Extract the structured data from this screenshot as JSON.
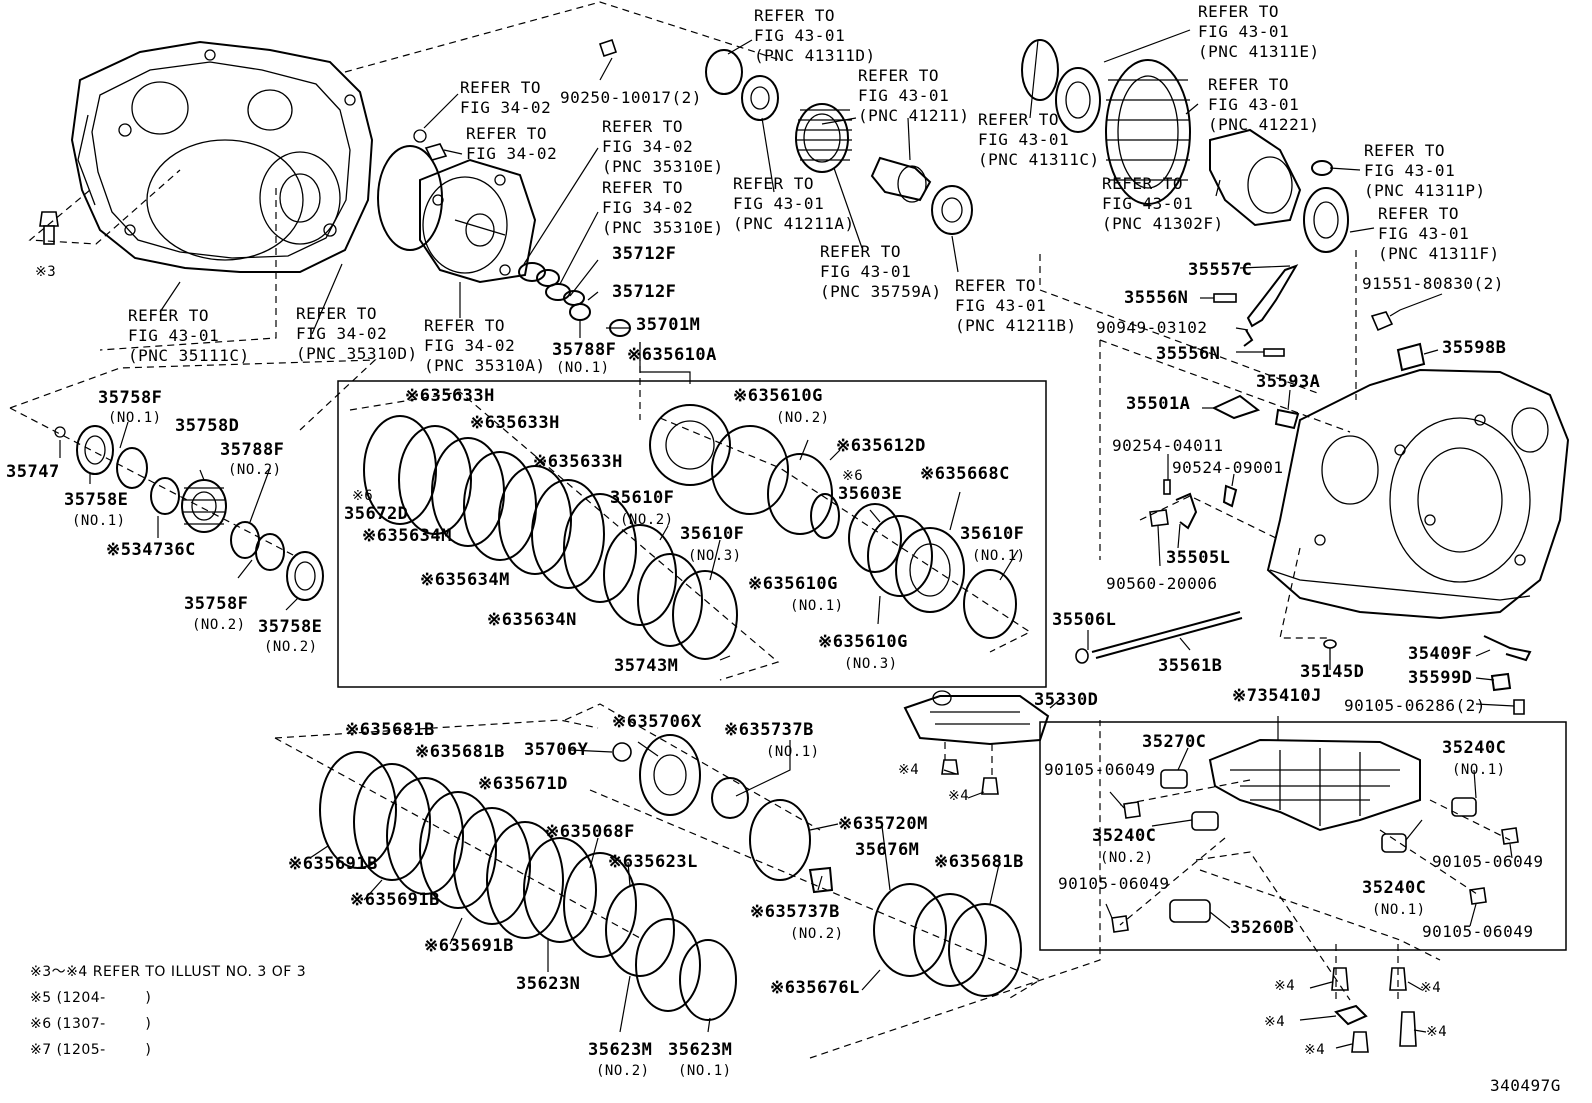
{
  "figure_id": "340497G",
  "refer": {
    "r_41311d": [
      "REFER TO",
      "FIG 43-01",
      "(PNC 41311D)"
    ],
    "r_41211": [
      "REFER TO",
      "FIG 43-01",
      "(PNC 41211)"
    ],
    "r_41211a": [
      "REFER TO",
      "FIG 43-01",
      "(PNC 41211A)"
    ],
    "r_35759a": [
      "REFER TO",
      "FIG 43-01",
      "(PNC 35759A)"
    ],
    "r_41211b": [
      "REFER TO",
      "FIG 43-01",
      "(PNC 41211B)"
    ],
    "r_41311c": [
      "REFER TO",
      "FIG 43-01",
      "(PNC 41311C)"
    ],
    "r_41311e": [
      "REFER TO",
      "FIG 43-01",
      "(PNC 41311E)"
    ],
    "r_41221": [
      "REFER TO",
      "FIG 43-01",
      "(PNC 41221)"
    ],
    "r_41302f": [
      "REFER TO",
      "FIG 43-01",
      "(PNC 41302F)"
    ],
    "r_41311p": [
      "REFER TO",
      "FIG 43-01",
      "(PNC 41311P)"
    ],
    "r_41311f": [
      "REFER TO",
      "FIG 43-01",
      "(PNC 41311F)"
    ],
    "r_3402a": [
      "REFER TO",
      "FIG 34-02"
    ],
    "r_3402b": [
      "REFER TO",
      "FIG 34-02"
    ],
    "r_35310e_1": [
      "REFER TO",
      "FIG 34-02",
      "(PNC 35310E)"
    ],
    "r_35310e_2": [
      "REFER TO",
      "FIG 34-02",
      "(PNC 35310E)"
    ],
    "r_35111c": [
      "REFER TO",
      "FIG 43-01",
      "(PNC 35111C)"
    ],
    "r_35310d": [
      "REFER TO",
      "FIG 34-02",
      "(PNC 35310D)"
    ],
    "r_35310a": [
      "REFER TO",
      "FIG 34-02",
      "(PNC 35310A)"
    ]
  },
  "parts": {
    "p_9025010017": "90250-10017(2)",
    "p_35712f_1": "35712F",
    "p_35712f_2": "35712F",
    "p_35701m": "35701M",
    "p_35788f_1": "35788F",
    "p_35788f_1_sub": "(NO.1)",
    "p_35610a": "※635610A",
    "p_x3": "※3",
    "p_35758f_1": "35758F",
    "p_35758f_1_sub": "(NO.1)",
    "p_35758d": "35758D",
    "p_35788f_2": "35788F",
    "p_35788f_2_sub": "(NO.2)",
    "p_35747": "35747",
    "p_35758e_1": "35758E",
    "p_35758e_1_sub": "(NO.1)",
    "p_34736c": "※534736C",
    "p_35758f_2": "35758F",
    "p_35758f_2_sub": "(NO.2)",
    "p_35758e_2": "35758E",
    "p_35758e_2_sub": "(NO.2)",
    "p_35633h_1": "※635633H",
    "p_35633h_2": "※635633H",
    "p_35633h_3": "※635633H",
    "p_35672d_a": "※6",
    "p_35672d": "35672D",
    "p_35634m_1": "※635634M",
    "p_35634m_2": "※635634M",
    "p_35634n": "※635634N",
    "p_35743m": "35743M",
    "p_35610g_2": "※635610G",
    "p_35610g_2_sub": "(NO.2)",
    "p_35612d": "※635612D",
    "p_35603e_a": "※6",
    "p_35603e": "35603E",
    "p_35668c": "※635668C",
    "p_35610f_2": "35610F",
    "p_35610f_2_sub": "(NO.2)",
    "p_35610f_3": "35610F",
    "p_35610f_3_sub": "(NO.3)",
    "p_35610f_1": "35610F",
    "p_35610f_1_sub": "(NO.1)",
    "p_35610g_1": "※635610G",
    "p_35610g_1_sub": "(NO.1)",
    "p_35610g_3": "※635610G",
    "p_35610g_3_sub": "(NO.3)",
    "p_35557c": "35557C",
    "p_35556n_1": "35556N",
    "p_9155180830": "91551-80830(2)",
    "p_9094903102": "90949-03102",
    "p_35556n_2": "35556N",
    "p_35598b": "35598B",
    "p_35501a": "35501A",
    "p_35593a": "35593A",
    "p_9025404011": "90254-04011",
    "p_9052409001": "90524-09001",
    "p_35505l": "35505L",
    "p_9056020006": "90560-20006",
    "p_35506l": "35506L",
    "p_35561b": "35561B",
    "p_35145d": "35145D",
    "p_35409f": "35409F",
    "p_35599d": "35599D",
    "p_9010506286": "90105-06286(2)",
    "p_35410j": "※735410J",
    "p_35330d": "35330D",
    "p_x4_a": "※4",
    "p_x4_b": "※4",
    "p_35681b_1": "※635681B",
    "p_35681b_2": "※635681B",
    "p_35671d": "※635671D",
    "p_35706y": "35706Y",
    "p_35706x": "※635706X",
    "p_35737b_1": "※635737B",
    "p_35737b_1_sub": "(NO.1)",
    "p_35068f": "※635068F",
    "p_35623l": "※635623L",
    "p_35720m": "※635720M",
    "p_35691b_1": "※635691B",
    "p_35691b_2": "※635691B",
    "p_35691b_3": "※635691B",
    "p_35676m": "35676M",
    "p_35681b_3": "※635681B",
    "p_35737b_2": "※635737B",
    "p_35737b_2_sub": "(NO.2)",
    "p_35623n": "35623N",
    "p_35676l": "※635676L",
    "p_35623m_2": "35623M",
    "p_35623m_2_sub": "(NO.2)",
    "p_35623m_1": "35623M",
    "p_35623m_1_sub": "(NO.1)",
    "p_35270c": "35270C",
    "p_35240c_1a": "35240C",
    "p_35240c_1a_sub": "(NO.1)",
    "p_9010506049_a": "90105-06049",
    "p_35240c_2": "35240C",
    "p_35240c_2_sub": "(NO.2)",
    "p_9010506049_b": "90105-06049",
    "p_9010506049_c": "90105-06049",
    "p_35240c_1b": "35240C",
    "p_35240c_1b_sub": "(NO.1)",
    "p_35260b": "35260B",
    "p_9010506049_d": "90105-06049",
    "p_x4_c": "※4",
    "p_x4_d": "※4",
    "p_x4_e": "※4",
    "p_x4_f": "※4",
    "p_x4_g": "※4"
  },
  "notes": [
    "※3～※4 REFER TO ILLUST NO. 3 OF 3",
    "※5 (1204-        )",
    "※6 (1307-        )",
    "※7 (1205-        )"
  ]
}
